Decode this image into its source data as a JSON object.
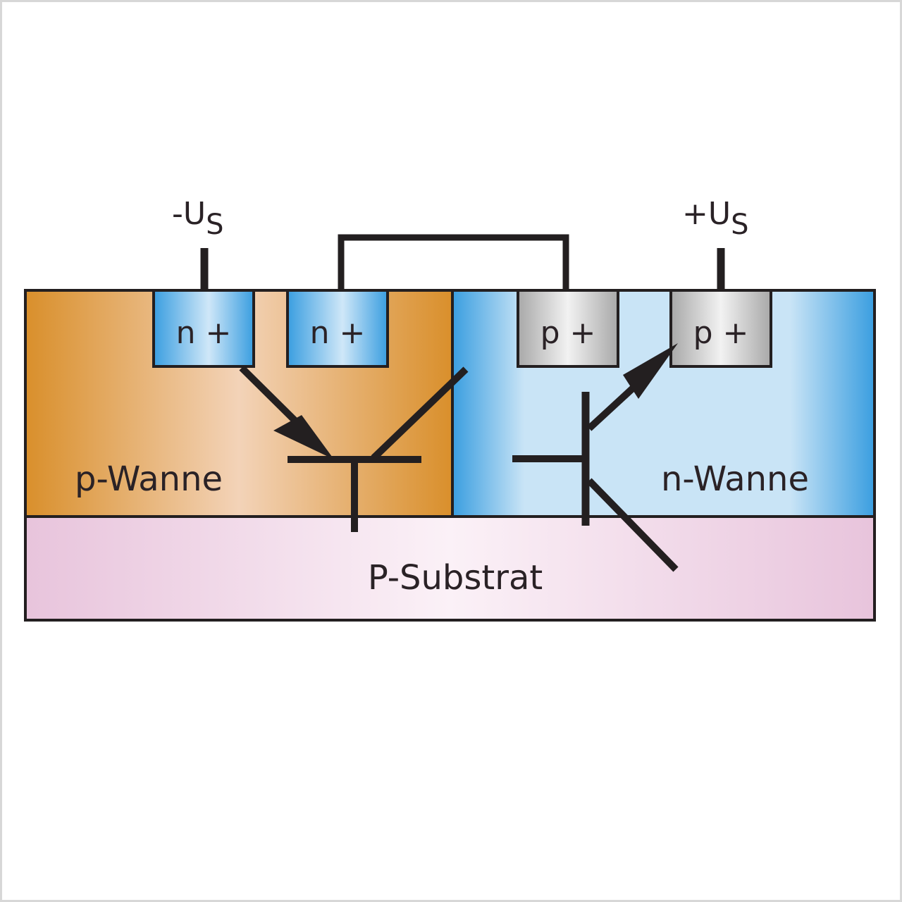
{
  "supply": {
    "neg_prefix": "-U",
    "neg_sub": "S",
    "pos_prefix": "+U",
    "pos_sub": "S"
  },
  "regions": {
    "p_well": "p-Wanne",
    "n_well": "n-Wanne",
    "substrate": "P-Substrat"
  },
  "diffusions": {
    "n1": "n +",
    "n2": "n +",
    "p1": "p +",
    "p2": "p +"
  },
  "colors": {
    "p_well": "#d98f2b",
    "n_well": "#3a9ee0",
    "substrate": "#e8c4dc",
    "n_plus": "#3a9ee0",
    "p_plus": "#a8a8a8",
    "line": "#231f20"
  }
}
